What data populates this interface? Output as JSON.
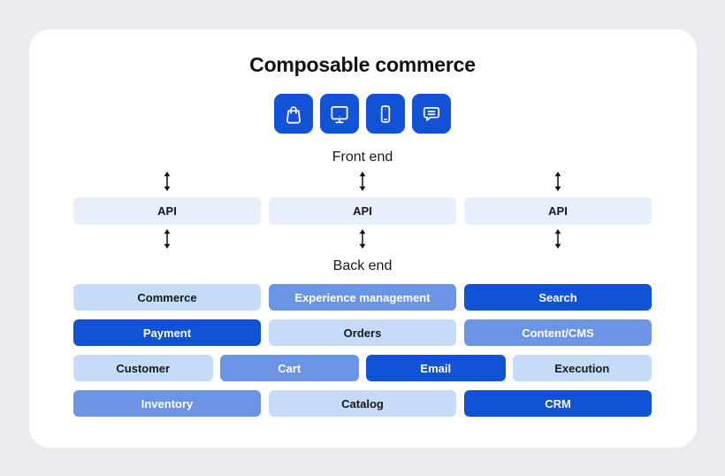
{
  "title": "Composable commerce",
  "channel_icons": [
    {
      "name": "shopping-bag-icon"
    },
    {
      "name": "monitor-icon"
    },
    {
      "name": "mobile-phone-icon"
    },
    {
      "name": "chat-bubble-icon"
    }
  ],
  "frontend_label": "Front end",
  "backend_label": "Back end",
  "api_columns": [
    {
      "label": "API"
    },
    {
      "label": "API"
    },
    {
      "label": "API"
    }
  ],
  "backend_rows": [
    {
      "cells": [
        {
          "label": "Commerce",
          "tone": "light"
        },
        {
          "label": "Experience management",
          "tone": "medium"
        },
        {
          "label": "Search",
          "tone": "dark"
        }
      ]
    },
    {
      "cells": [
        {
          "label": "Payment",
          "tone": "dark"
        },
        {
          "label": "Orders",
          "tone": "light"
        },
        {
          "label": "Content/CMS",
          "tone": "medium"
        }
      ]
    },
    {
      "cells": [
        {
          "label": "Customer",
          "tone": "light"
        },
        {
          "label": "Cart",
          "tone": "medium"
        },
        {
          "label": "Email",
          "tone": "dark"
        },
        {
          "label": "Execution",
          "tone": "light"
        }
      ]
    },
    {
      "cells": [
        {
          "label": "Inventory",
          "tone": "medium"
        },
        {
          "label": "Catalog",
          "tone": "light"
        },
        {
          "label": "CRM",
          "tone": "dark"
        }
      ]
    }
  ],
  "colors": {
    "accent_dark_blue": "#1152d6",
    "accent_medium_blue": "#6b94e5",
    "accent_light_blue": "#c6dbf8",
    "api_bar_blue": "#e8effc",
    "page_background": "#e9ebf1",
    "card_background": "#ffffff"
  }
}
